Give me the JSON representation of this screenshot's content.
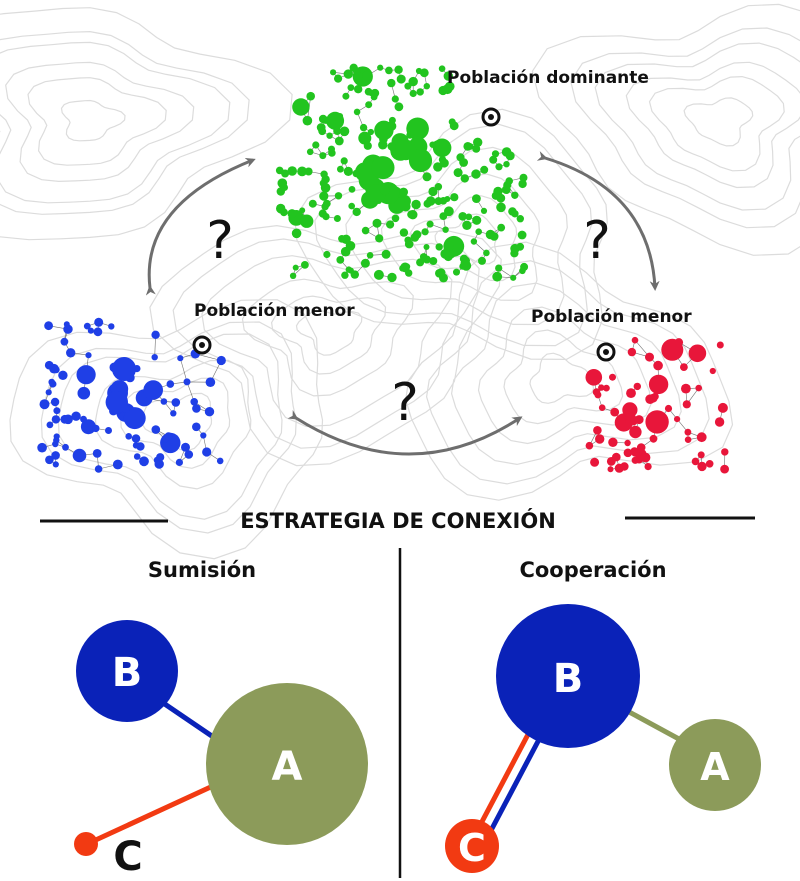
{
  "top_panel": {
    "labels": {
      "dominant": "Población dominante",
      "minor_left": "Población menor",
      "minor_right": "Población menor"
    },
    "question_mark": "?",
    "colors": {
      "dominant": "#22c41f",
      "minor_left": "#1f3fe6",
      "minor_right": "#e8163a",
      "arrow": "#6e6e6e",
      "contour": "#d9d9d9"
    }
  },
  "strategy": {
    "title": "ESTRATEGIA DE CONEXIÓN",
    "left": {
      "title": "Sumisión",
      "nodes": {
        "b": "B",
        "a": "A",
        "c": "C"
      }
    },
    "right": {
      "title": "Cooperación",
      "nodes": {
        "b": "B",
        "a": "A",
        "c": "C"
      }
    },
    "colors": {
      "node_b": "#0a22b8",
      "node_a": "#8c9b5a",
      "node_c": "#f23a12",
      "link_ba": "#0a22b8",
      "link_ac": "#f23a12",
      "link_ba_coop": "#8c9b5a"
    }
  }
}
